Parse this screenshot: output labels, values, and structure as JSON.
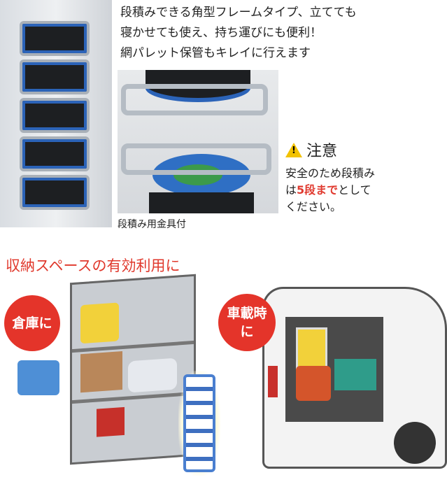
{
  "intro": {
    "lines": [
      "段積みできる角型フレームタイプ、立てても",
      "寝かせても使え、持ち運びにも便利！",
      "網パレット保管もキレイに行えます"
    ]
  },
  "caution": {
    "icon_mark": "!",
    "title": "注意",
    "line1": "安全のため段積み",
    "line2_prefix": "は",
    "line2_emph": "5段まで",
    "line2_suffix": "として",
    "line3": "ください。"
  },
  "photo_caption": "段積み用金具付",
  "storage": {
    "title": "収納スペースの有効利用に",
    "warehouse_label": "倉庫に",
    "vehicle_label_1": "車載時",
    "vehicle_label_2": "に"
  },
  "colors": {
    "accent_red": "#e03a2f",
    "reel_blue": "#2b63b8",
    "warning_yellow": "#f2c200"
  }
}
